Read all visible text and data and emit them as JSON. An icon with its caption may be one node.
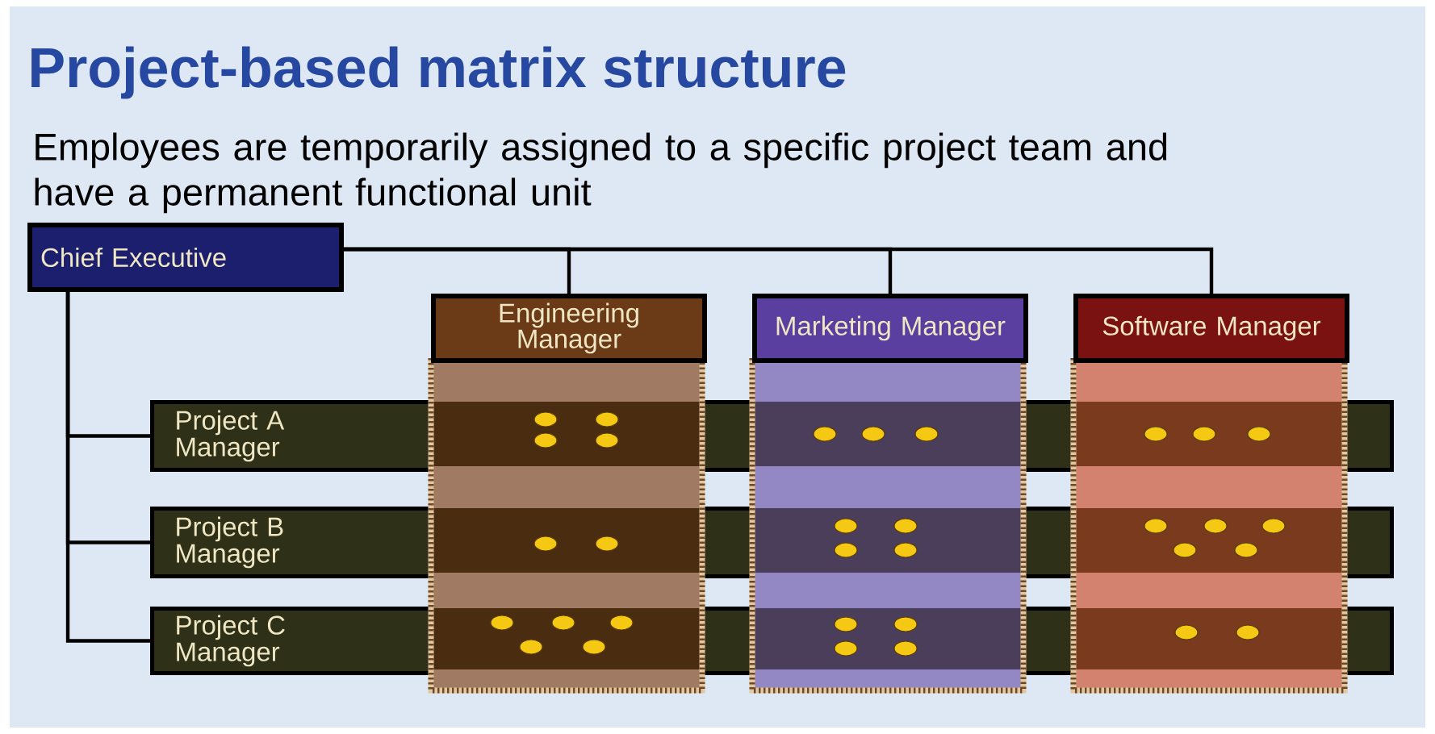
{
  "diagram": {
    "title": "Project-based matrix structure",
    "nodes": [
      {
        "text": [
          "Chief Executive"
        ]
      },
      {
        "text": [
          "Engineering Manager"
        ]
      },
      {
        "text": [
          "Marketing Manager"
        ]
      },
      {
        "text": [
          "Software Manager"
        ]
      },
      {
        "text": [
          "Project A Manager"
        ]
      },
      {
        "text": [
          "Project B Manager"
        ]
      },
      {
        "text": [
          "Project C Manager"
        ]
      }
    ],
    "edges": [
      {
        "from": 0,
        "to": 1,
        "arrow": "none"
      },
      {
        "from": 0,
        "to": 2,
        "arrow": "none"
      },
      {
        "from": 0,
        "to": 3,
        "arrow": "none"
      },
      {
        "from": 0,
        "to": 4,
        "arrow": "none"
      },
      {
        "from": 0,
        "to": 5,
        "arrow": "none"
      },
      {
        "from": 0,
        "to": 6,
        "arrow": "none"
      }
    ],
    "labels": [
      "Employees are temporarily assigned to a specific project team and have a permanent functional unit"
    ]
  }
}
